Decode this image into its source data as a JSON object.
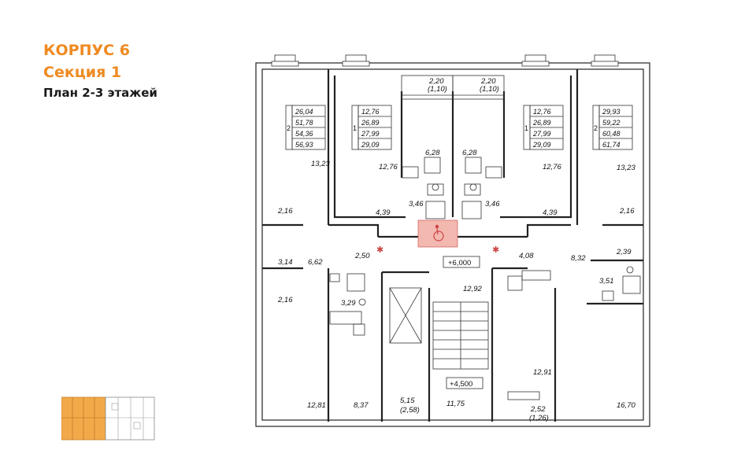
{
  "header": {
    "building": "КОРПУС 6",
    "section": "Секция 1",
    "plan_title": "План 2-3 этажей"
  },
  "colors": {
    "accent": "#ef8a21",
    "stair_highlight": "#f3b8b0",
    "thumb_fill": "#f2a94a"
  },
  "icons": {
    "accessibility": "wheelchair-icon",
    "fire_sensor": "star-icon"
  },
  "apartments": [
    {
      "rooms": "2",
      "areas": [
        "26,04",
        "51,78",
        "54,36",
        "56,93"
      ]
    },
    {
      "rooms": "1",
      "areas": [
        "12,76",
        "26,89",
        "27,99",
        "29,09"
      ]
    },
    {
      "rooms": "1",
      "areas": [
        "12,76",
        "26,89",
        "27,99",
        "29,09"
      ]
    },
    {
      "rooms": "2",
      "areas": [
        "29,93",
        "59,22",
        "60,48",
        "61,74"
      ]
    }
  ],
  "room_areas": {
    "a1_room": "13,23",
    "a1_kitchen_small": "2,16",
    "a1_hall": "3,14",
    "a1_hall2": "6,62",
    "a1_bath": "2,16",
    "a1_room2": "12,81",
    "a1_wc": "3,29",
    "a1_room3": "8,37",
    "a2_room": "12,76",
    "a2_bath": "6,28",
    "a2_hall": "4,39",
    "a2_wc": "3,46",
    "balcony_left": "2,20",
    "balcony_left_sub": "(1,10)",
    "balcony_right": "2,20",
    "balcony_right_sub": "(1,10)",
    "a3_bath": "6,28",
    "a3_room": "12,76",
    "a3_wc": "3,46",
    "a3_hall": "4,39",
    "a4_room": "13,23",
    "a4_small": "2,16",
    "a4_hall": "4,08",
    "a4_corr": "8,32",
    "a4_small2": "2,39",
    "a4_wc": "3,51",
    "a4_room2": "16,70",
    "lobby": "2,50",
    "corridor": "12,92",
    "lift_hall": "5,15",
    "lift_hall_sub": "(2,58)",
    "stair": "11,75",
    "a3_room2": "12,91",
    "loggia": "2,52",
    "loggia_sub": "(1,26)"
  },
  "levels": {
    "floor": "+6,000",
    "landing": "+4,500"
  }
}
